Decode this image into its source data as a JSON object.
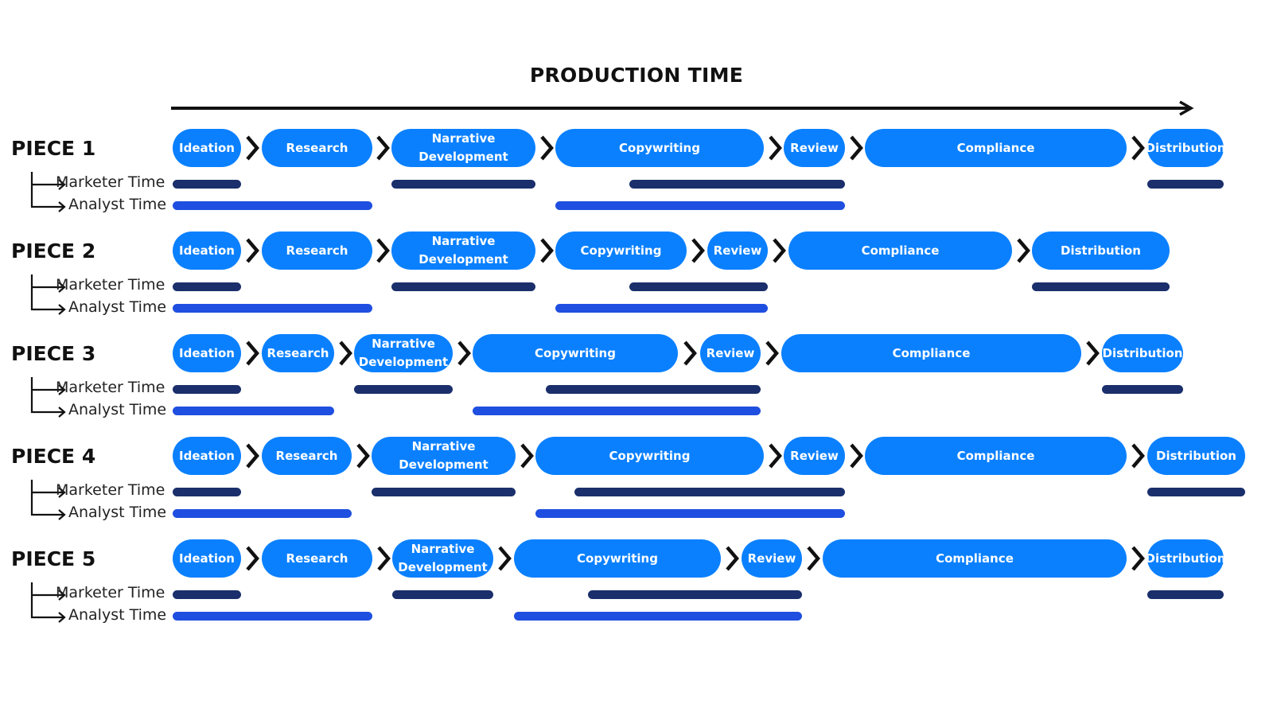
{
  "title": "PRODUCTION TIME",
  "colors": {
    "stage_fill": "#0a80ff",
    "stage_text": "#ffffff",
    "marketer_bar": "#1a2f6b",
    "analyst_bar": "#1f4fe0",
    "arrow": "#111111"
  },
  "roles": {
    "marketer": "Marketer Time",
    "analyst": "Analyst Time"
  },
  "pieces": [
    {
      "label": "PIECE 1",
      "stages": [
        "Ideation",
        "Research",
        "Narrative\nDevelopment",
        "Copywriting",
        "Review",
        "Compliance",
        "Distribution"
      ]
    },
    {
      "label": "PIECE 2",
      "stages": [
        "Ideation",
        "Research",
        "Narrative\nDevelopment",
        "Copywriting",
        "Review",
        "Compliance",
        "Distribution"
      ]
    },
    {
      "label": "PIECE 3",
      "stages": [
        "Ideation",
        "Research",
        "Narrative\nDevelopment",
        "Copywriting",
        "Review",
        "Compliance",
        "Distribution"
      ]
    },
    {
      "label": "PIECE 4",
      "stages": [
        "Ideation",
        "Research",
        "Narrative\nDevelopment",
        "Copywriting",
        "Review",
        "Compliance",
        "Distribution"
      ]
    },
    {
      "label": "PIECE 5",
      "stages": [
        "Ideation",
        "Research",
        "Narrative\nDevelopment",
        "Copywriting",
        "Review",
        "Compliance",
        "Distribution"
      ]
    }
  ]
}
